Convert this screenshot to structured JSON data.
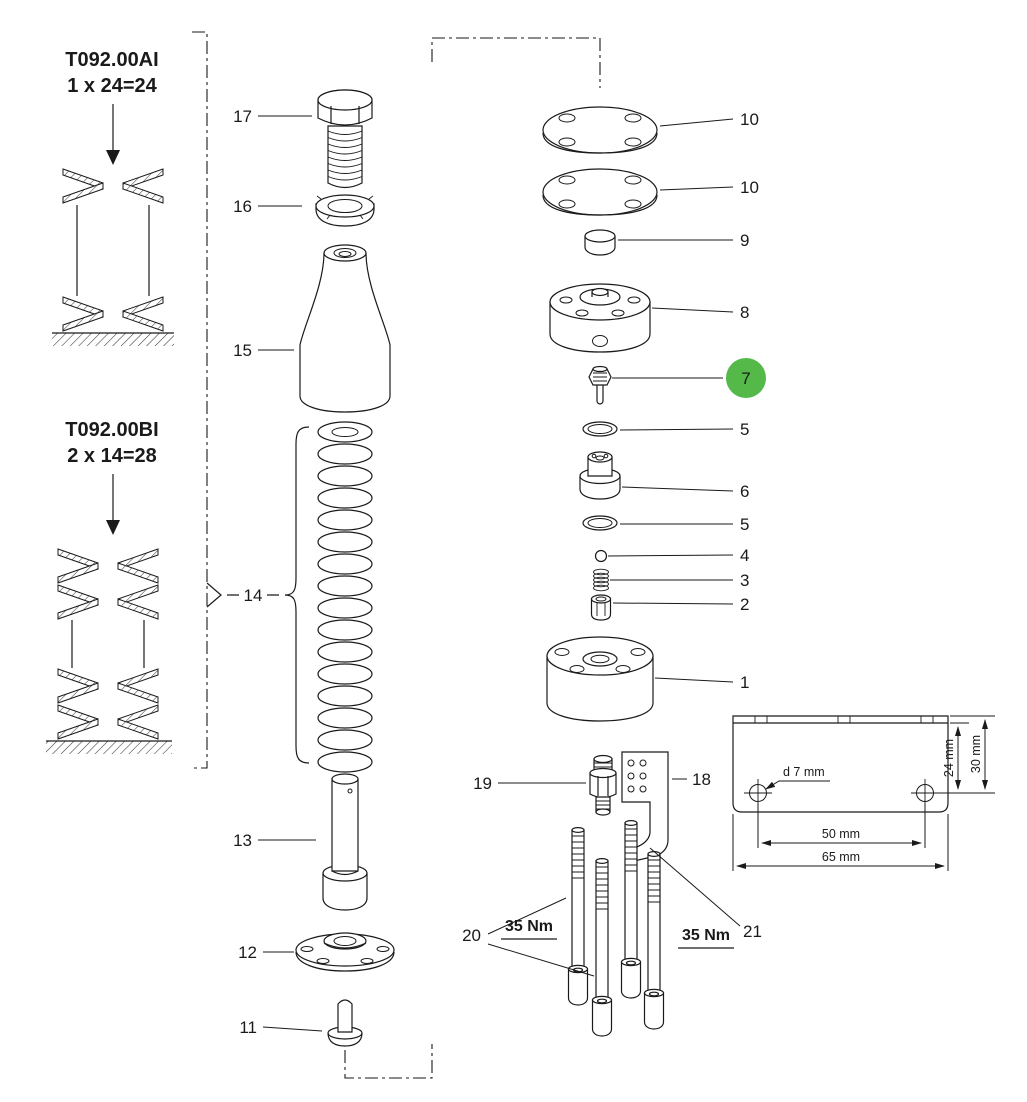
{
  "spring_stacks": [
    {
      "code": "T092.00AI",
      "formula": "1 x 24=24"
    },
    {
      "code": "T092.00BI",
      "formula": "2 x 14=28"
    }
  ],
  "callouts": {
    "n1": "1",
    "n2": "2",
    "n3": "3",
    "n4": "4",
    "n5a": "5",
    "n5b": "5",
    "n6": "6",
    "n7": "7",
    "n8": "8",
    "n9": "9",
    "n10a": "10",
    "n10b": "10",
    "n11": "11",
    "n12": "12",
    "n13": "13",
    "n14": "14",
    "n15": "15",
    "n16": "16",
    "n17": "17",
    "n18": "18",
    "n19": "19",
    "n20": "20",
    "n21": "21"
  },
  "highlight": {
    "part_number": "7",
    "color": "#54b948"
  },
  "torque": {
    "left": "35 Nm",
    "right": "35 Nm"
  },
  "bracket_dims": {
    "hole_diameter": "d 7 mm",
    "height_inner": "24 mm",
    "height_outer": "30 mm",
    "hole_spacing": "50 mm",
    "width_total": "65 mm"
  }
}
